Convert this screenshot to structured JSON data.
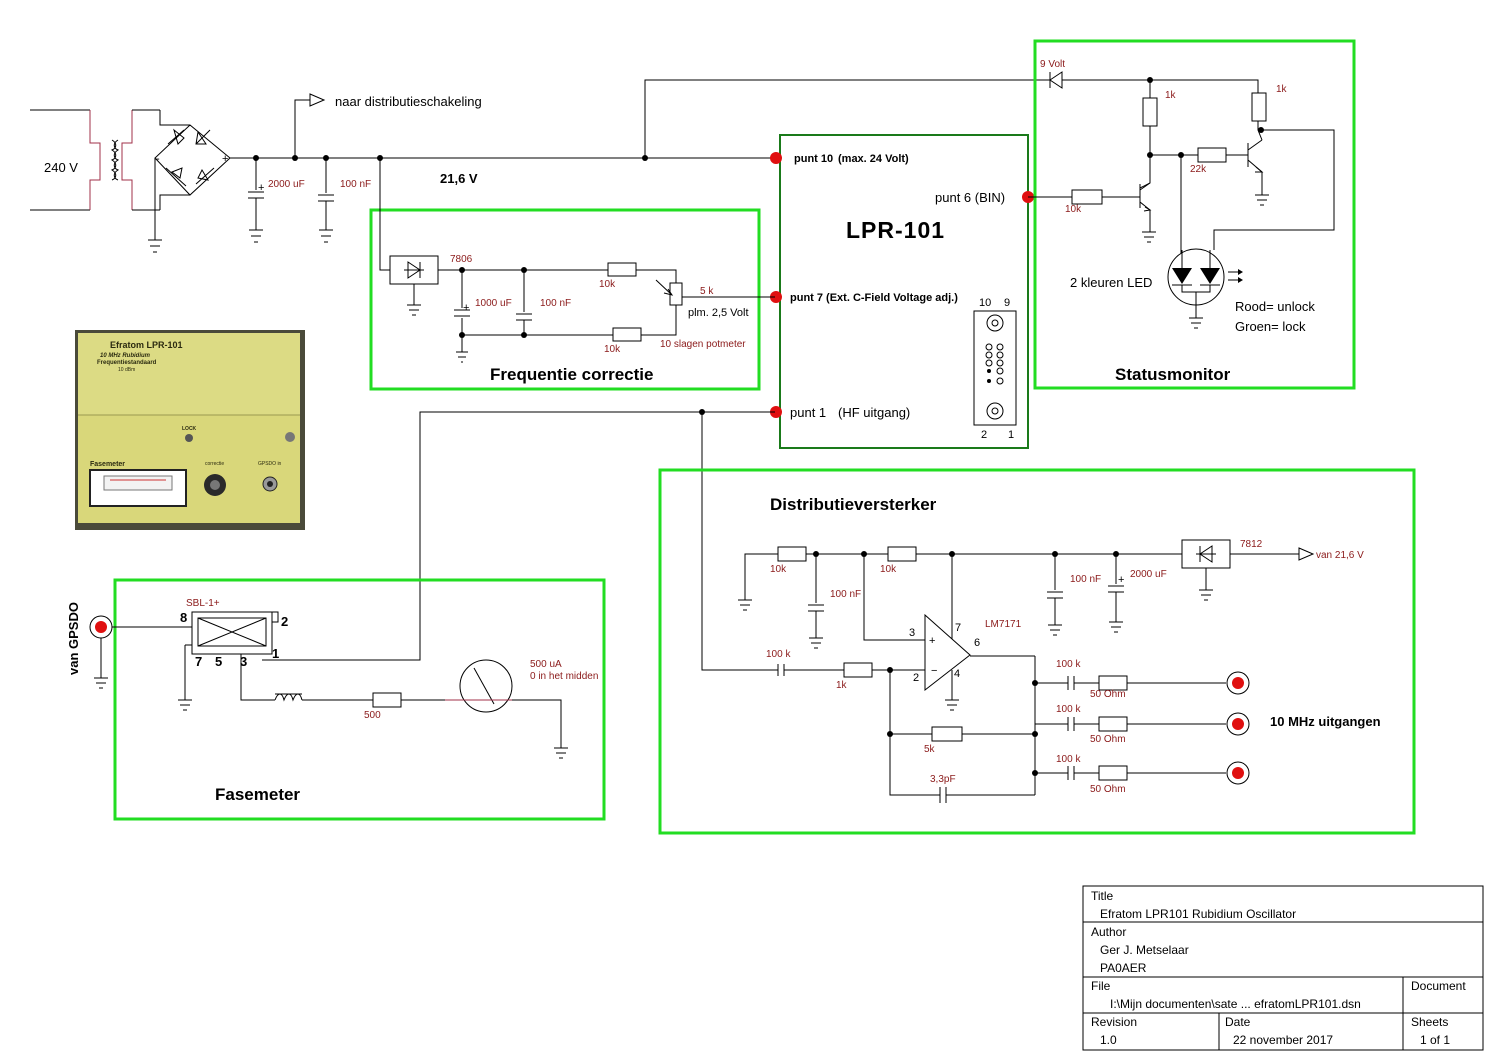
{
  "input": {
    "mains": "240 V",
    "rail_label": "21,6 V",
    "to_distribution": "naar distributieschakeling"
  },
  "supply": {
    "c_bulk": "2000 uF",
    "c_hf": "100 nF"
  },
  "lpr": {
    "title": "LPR-101",
    "pin10": "punt 10",
    "pin10_note": "(max. 24 Volt)",
    "pin6": "punt 6 (BIN)",
    "pin7": "punt 7 (Ext. C-Field Voltage adj.)",
    "pin1": "punt 1",
    "pin1_note": "(HF uitgang)",
    "connector_top": [
      "10",
      "9"
    ],
    "connector_bottom": [
      "2",
      "1"
    ]
  },
  "freq": {
    "title": "Frequentie correctie",
    "reg": "7806",
    "c1": "1000 uF",
    "c2": "100 nF",
    "r1": "10k",
    "r2": "10k",
    "pot": "5 k",
    "pot_note": "plm. 2,5 Volt",
    "pot_type": "10 slagen potmeter"
  },
  "status": {
    "title": "Statusmonitor",
    "zener": "9 Volt",
    "r1": "1k",
    "r2": "1k",
    "r3": "22k",
    "r4": "10k",
    "led": "2 kleuren LED",
    "red": "Rood= unlock",
    "green": "Groen= lock"
  },
  "photo": {
    "brand": "Efratom LPR-101",
    "line2": "10 MHz Rubidium",
    "line3": "Frequentiestandaard",
    "line4": "10 dBm",
    "lock": "LOCK",
    "fasemeter": "Fasemeter",
    "correctie": "correctie",
    "gpsdo": "GPSDO in"
  },
  "fase": {
    "title": "Fasemeter",
    "input": "van GPSDO",
    "mixer": "SBL-1+",
    "pins": [
      "8",
      "2",
      "7",
      "5",
      "3",
      "1"
    ],
    "r": "500",
    "meter": "500 uA",
    "meter_note": "0 in het midden"
  },
  "dist": {
    "title": "Distributieversterker",
    "reg": "7812",
    "from": "van 21,6 V",
    "r_top1": "10k",
    "r_top2": "10k",
    "c_100n_a": "100 nF",
    "c_100n_b": "100 nF",
    "c_2000": "2000 uF",
    "opamp": "LM7171",
    "pin3": "3",
    "pin7": "7",
    "pin6": "6",
    "pin2": "2",
    "pin4": "4",
    "c_in": "100 k",
    "r_in": "1k",
    "r_fb": "5k",
    "c_fb": "3,3pF",
    "outputs_label": "10 MHz uitgangen",
    "out_c": [
      "100 k",
      "100 k",
      "100 k"
    ],
    "out_r": [
      "50 Ohm",
      "50 Ohm",
      "50 Ohm"
    ]
  },
  "titleblock": {
    "title_hdr": "Title",
    "title": "Efratom LPR101 Rubidium Oscillator",
    "author_hdr": "Author",
    "author": "Ger J. Metselaar",
    "callsign": "PA0AER",
    "file_hdr": "File",
    "file": "I:\\Mijn documenten\\sate ... efratomLPR101.dsn",
    "doc_hdr": "Document",
    "rev_hdr": "Revision",
    "rev": "1.0",
    "date_hdr": "Date",
    "date": "22 november 2017",
    "sheets_hdr": "Sheets",
    "sheets": "1 of 1"
  }
}
